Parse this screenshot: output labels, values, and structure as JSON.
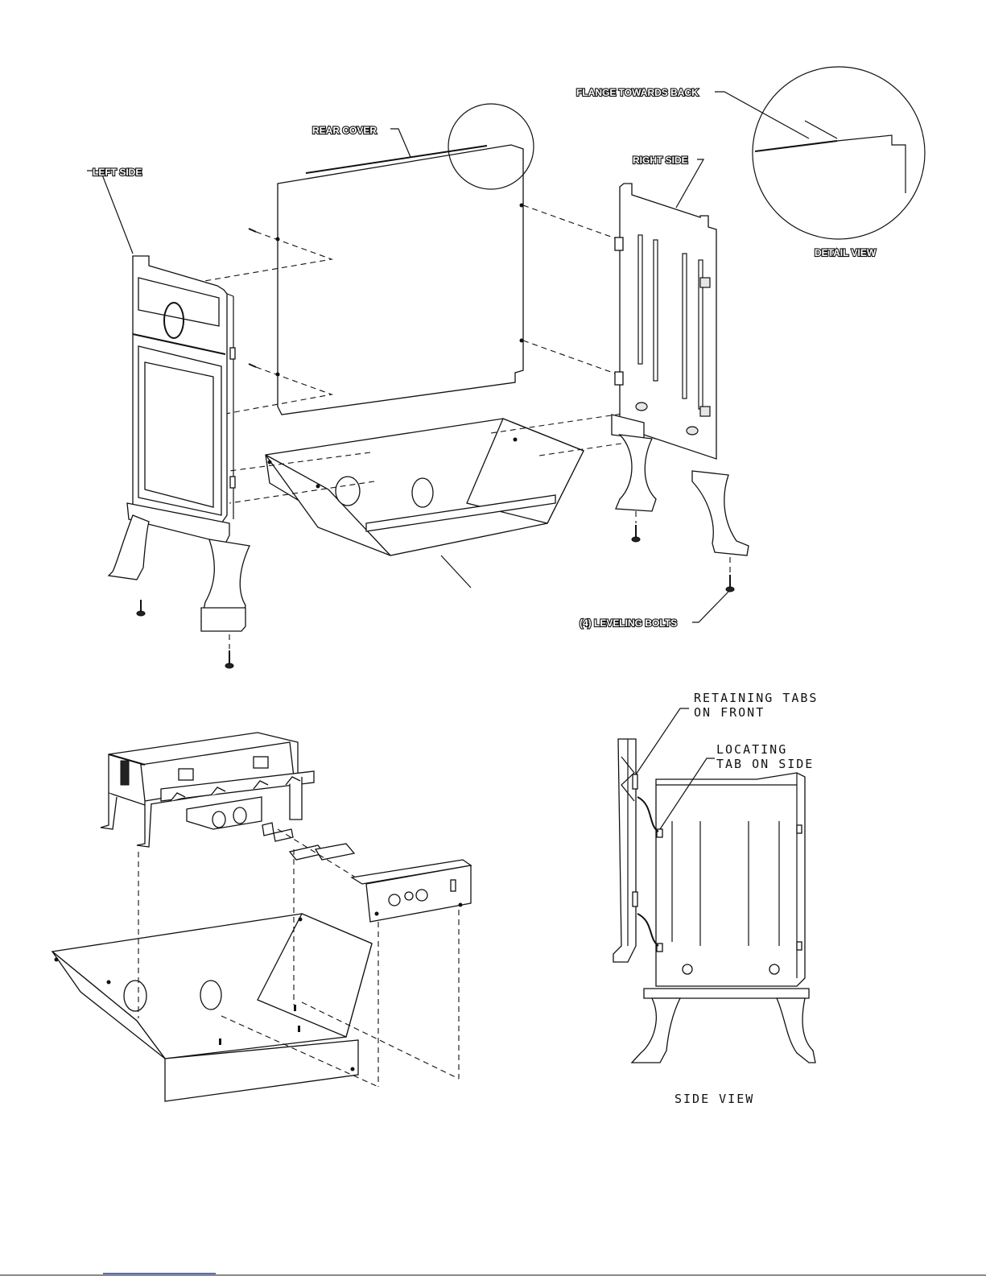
{
  "labels": {
    "left_side": "LEFT SIDE",
    "rear_cover": "REAR COVER",
    "right_side": "RIGHT SIDE",
    "flange_towards_back": "FLANGE TOWARDS BACK",
    "detail_view": "DETAIL VIEW",
    "leveling_bolts": "(4) LEVELING BOLTS",
    "retaining_tabs_line1": "RETAINING TABS",
    "retaining_tabs_line2": "ON FRONT",
    "locating_tab_line1": "LOCATING",
    "locating_tab_line2": "TAB ON SIDE",
    "side_view": "SIDE VIEW"
  },
  "colors": {
    "ink": "#111111",
    "link_underline": "#1a3cc8"
  }
}
